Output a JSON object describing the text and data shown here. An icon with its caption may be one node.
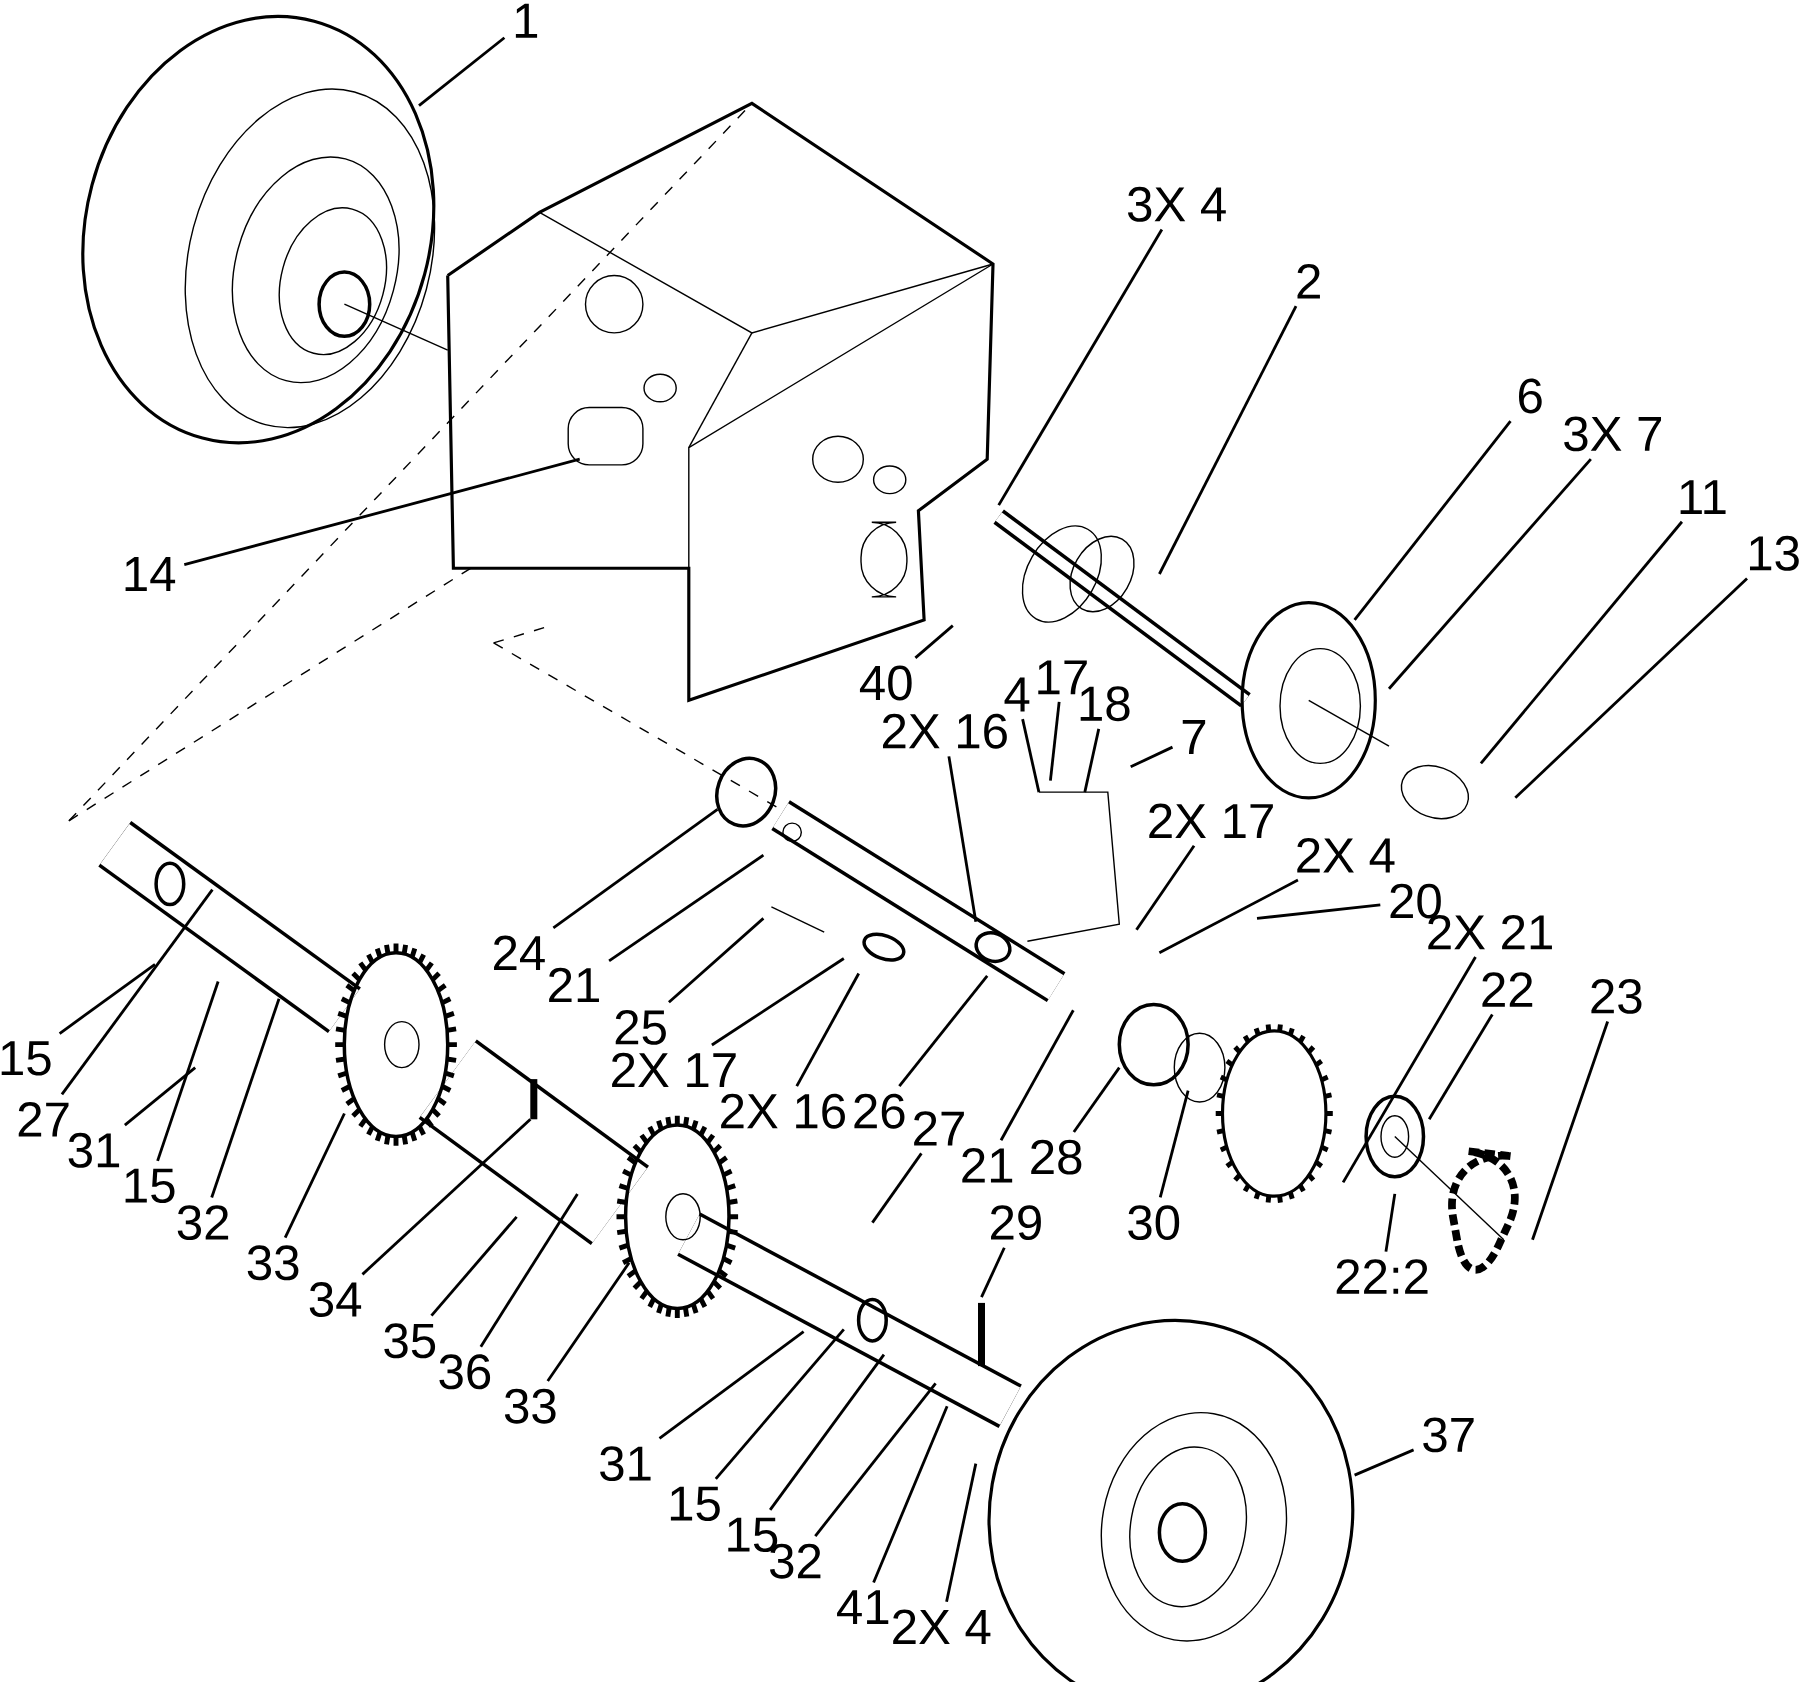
{
  "diagram": {
    "nodes": [
      {
        "text": [
          "1"
        ]
      },
      {
        "text": [
          "3X 4"
        ]
      },
      {
        "text": [
          "2"
        ]
      },
      {
        "text": [
          "6"
        ]
      },
      {
        "text": [
          "3X 7"
        ]
      },
      {
        "text": [
          "11"
        ]
      },
      {
        "text": [
          "13"
        ]
      },
      {
        "text": [
          "14"
        ]
      },
      {
        "text": [
          "40"
        ]
      },
      {
        "text": [
          "4"
        ]
      },
      {
        "text": [
          "17"
        ]
      },
      {
        "text": [
          "18"
        ]
      },
      {
        "text": [
          "7"
        ]
      },
      {
        "text": [
          "2X 16"
        ]
      },
      {
        "text": [
          "2X 17"
        ]
      },
      {
        "text": [
          "2X 4"
        ]
      },
      {
        "text": [
          "20"
        ]
      },
      {
        "text": [
          "2X 21"
        ]
      },
      {
        "text": [
          "22"
        ]
      },
      {
        "text": [
          "23"
        ]
      },
      {
        "text": [
          "24"
        ]
      },
      {
        "text": [
          "21"
        ]
      },
      {
        "text": [
          "25"
        ]
      },
      {
        "text": [
          "2X 17"
        ]
      },
      {
        "text": [
          "2X 16"
        ]
      },
      {
        "text": [
          "26"
        ]
      },
      {
        "text": [
          "27"
        ]
      },
      {
        "text": [
          "21"
        ]
      },
      {
        "text": [
          "28"
        ]
      },
      {
        "text": [
          "30"
        ]
      },
      {
        "text": [
          "22:2"
        ]
      },
      {
        "text": [
          "15"
        ]
      },
      {
        "text": [
          "27"
        ]
      },
      {
        "text": [
          "31"
        ]
      },
      {
        "text": [
          "15"
        ]
      },
      {
        "text": [
          "32"
        ]
      },
      {
        "text": [
          "33"
        ]
      },
      {
        "text": [
          "34"
        ]
      },
      {
        "text": [
          "35"
        ]
      },
      {
        "text": [
          "36"
        ]
      },
      {
        "text": [
          "33"
        ]
      },
      {
        "text": [
          "29"
        ]
      },
      {
        "text": [
          "31"
        ]
      },
      {
        "text": [
          "15"
        ]
      },
      {
        "text": [
          "15"
        ]
      },
      {
        "text": [
          "32"
        ]
      },
      {
        "text": [
          "41"
        ]
      },
      {
        "text": [
          "2X 4"
        ]
      },
      {
        "text": [
          "37"
        ]
      }
    ],
    "edges": [
      {
        "from": 0,
        "to": null,
        "arrow": "none"
      },
      {
        "from": 1,
        "to": null,
        "arrow": "none"
      },
      {
        "from": 2,
        "to": null,
        "arrow": "none"
      },
      {
        "from": 3,
        "to": null,
        "arrow": "none"
      },
      {
        "from": 4,
        "to": null,
        "arrow": "none"
      },
      {
        "from": 5,
        "to": null,
        "arrow": "none"
      },
      {
        "from": 6,
        "to": null,
        "arrow": "none"
      },
      {
        "from": 7,
        "to": null,
        "arrow": "none"
      },
      {
        "from": 8,
        "to": null,
        "arrow": "none"
      },
      {
        "from": 9,
        "to": null,
        "arrow": "none"
      },
      {
        "from": 10,
        "to": null,
        "arrow": "none"
      },
      {
        "from": 11,
        "to": null,
        "arrow": "none"
      },
      {
        "from": 12,
        "to": null,
        "arrow": "none"
      },
      {
        "from": 13,
        "to": null,
        "arrow": "none"
      },
      {
        "from": 14,
        "to": null,
        "arrow": "none"
      },
      {
        "from": 15,
        "to": null,
        "arrow": "none"
      },
      {
        "from": 16,
        "to": null,
        "arrow": "none"
      },
      {
        "from": 17,
        "to": null,
        "arrow": "none"
      },
      {
        "from": 18,
        "to": null,
        "arrow": "none"
      },
      {
        "from": 19,
        "to": null,
        "arrow": "none"
      },
      {
        "from": 20,
        "to": null,
        "arrow": "none"
      },
      {
        "from": 21,
        "to": null,
        "arrow": "none"
      },
      {
        "from": 22,
        "to": null,
        "arrow": "none"
      },
      {
        "from": 23,
        "to": null,
        "arrow": "none"
      },
      {
        "from": 24,
        "to": null,
        "arrow": "none"
      },
      {
        "from": 25,
        "to": null,
        "arrow": "none"
      },
      {
        "from": 26,
        "to": null,
        "arrow": "none"
      },
      {
        "from": 27,
        "to": null,
        "arrow": "none"
      },
      {
        "from": 28,
        "to": null,
        "arrow": "none"
      },
      {
        "from": 29,
        "to": null,
        "arrow": "none"
      },
      {
        "from": 30,
        "to": null,
        "arrow": "none"
      },
      {
        "from": 31,
        "to": null,
        "arrow": "none"
      },
      {
        "from": 32,
        "to": null,
        "arrow": "none"
      },
      {
        "from": 33,
        "to": null,
        "arrow": "none"
      },
      {
        "from": 34,
        "to": null,
        "arrow": "none"
      },
      {
        "from": 35,
        "to": null,
        "arrow": "none"
      },
      {
        "from": 36,
        "to": null,
        "arrow": "none"
      },
      {
        "from": 37,
        "to": null,
        "arrow": "none"
      },
      {
        "from": 38,
        "to": null,
        "arrow": "none"
      },
      {
        "from": 39,
        "to": null,
        "arrow": "none"
      },
      {
        "from": 40,
        "to": null,
        "arrow": "none"
      },
      {
        "from": 41,
        "to": null,
        "arrow": "none"
      },
      {
        "from": 42,
        "to": null,
        "arrow": "none"
      },
      {
        "from": 43,
        "to": null,
        "arrow": "none"
      },
      {
        "from": 44,
        "to": null,
        "arrow": "none"
      },
      {
        "from": 45,
        "to": null,
        "arrow": "none"
      },
      {
        "from": 46,
        "to": null,
        "arrow": "none"
      },
      {
        "from": 47,
        "to": null,
        "arrow": "none"
      },
      {
        "from": 48,
        "to": null,
        "arrow": "none"
      }
    ]
  }
}
